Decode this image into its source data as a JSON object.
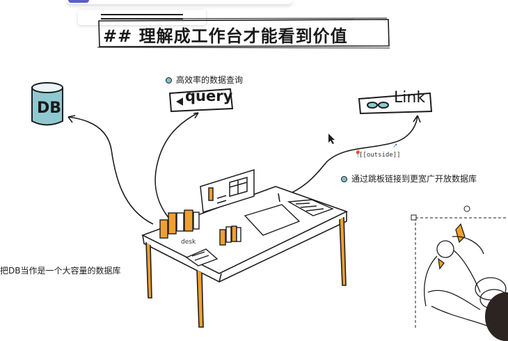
{
  "title": "## 理解成工作台才能看到价值",
  "labels": {
    "query_caption": "高效率的数据查询",
    "link_caption": "通过跳板链接到更宽广开放数据库",
    "db_caption": "把DB当作是一个大容量的数据库",
    "desk": "desk",
    "outside": "[[outside]]"
  },
  "icons": {
    "db": "DB",
    "query": "query",
    "link": "Link"
  },
  "colors": {
    "accent_teal": "#7fbfc6",
    "desk_orange": "#f0a030",
    "ink": "#1d1d1d"
  }
}
